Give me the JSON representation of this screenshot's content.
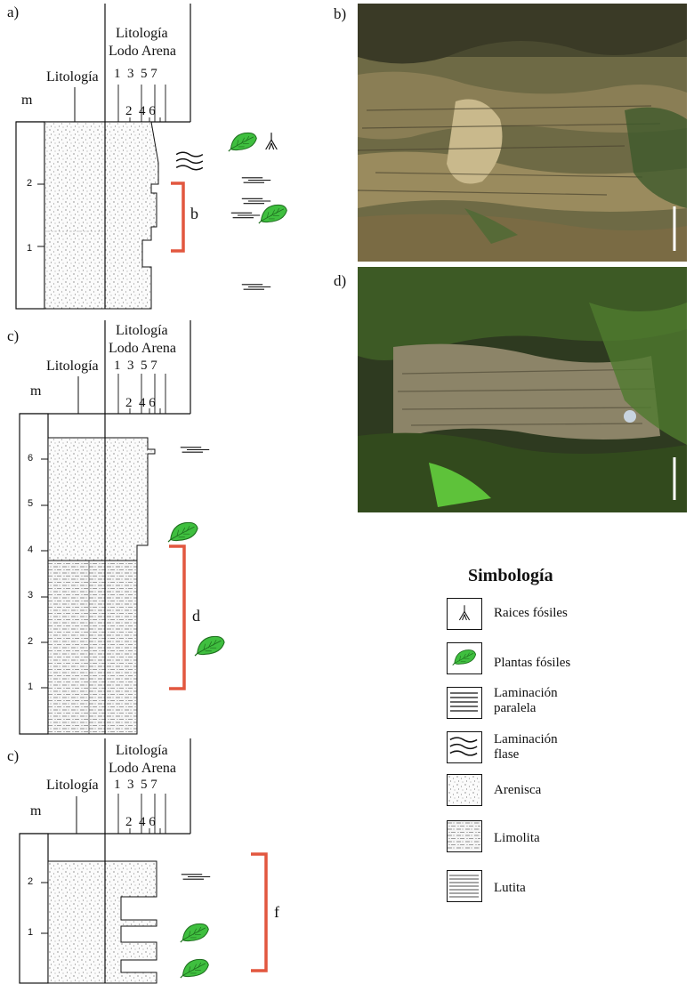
{
  "panels": {
    "a": {
      "label": "a)",
      "header": {
        "lithology": "Litología",
        "lit_top": "Litología",
        "lit_mid": "Lodo Arena",
        "grain_odd": "1  3  5 7",
        "grain_even": "2  4 6"
      },
      "unit": "m",
      "ticks": [
        "2",
        "1"
      ],
      "bracket": "b"
    },
    "c1": {
      "label": "c)",
      "header": {
        "lithology": "Litología",
        "lit_top": "Litología",
        "lit_mid": "Lodo Arena",
        "grain_odd": "1  3  5 7",
        "grain_even": "2  4 6"
      },
      "unit": "m",
      "ticks": [
        "6",
        "5",
        "4",
        "3",
        "2",
        "1"
      ],
      "bracket": "d"
    },
    "c2": {
      "label": "c)",
      "header": {
        "lithology": "Litología",
        "lit_top": "Litología",
        "lit_mid": "Lodo Arena",
        "grain_odd": "1  3  5 7",
        "grain_even": "2  4 6"
      },
      "unit": "m",
      "ticks": [
        "2",
        "1"
      ],
      "bracket": "f"
    }
  },
  "photos": {
    "b": {
      "label": "b)"
    },
    "d": {
      "label": "d)"
    }
  },
  "legend": {
    "title": "Simbología",
    "items": [
      {
        "icon": "fossil-roots-icon",
        "label": "Raices fósiles"
      },
      {
        "icon": "fossil-plant-leaf-icon",
        "label": "Plantas fósiles"
      },
      {
        "icon": "parallel-lamination-icon",
        "label": "Laminación\nparalela"
      },
      {
        "icon": "flaser-lamination-icon",
        "label": "Laminación\nflase"
      },
      {
        "icon": "sandstone-icon",
        "label": "Arenisca"
      },
      {
        "icon": "siltstone-icon",
        "label": "Limolita"
      },
      {
        "icon": "shale-icon",
        "label": "Lutita"
      }
    ]
  },
  "colors": {
    "bracket": "#e2573f",
    "leaf": "#3fbf3f",
    "leaf_outline": "#1f6f1f"
  }
}
